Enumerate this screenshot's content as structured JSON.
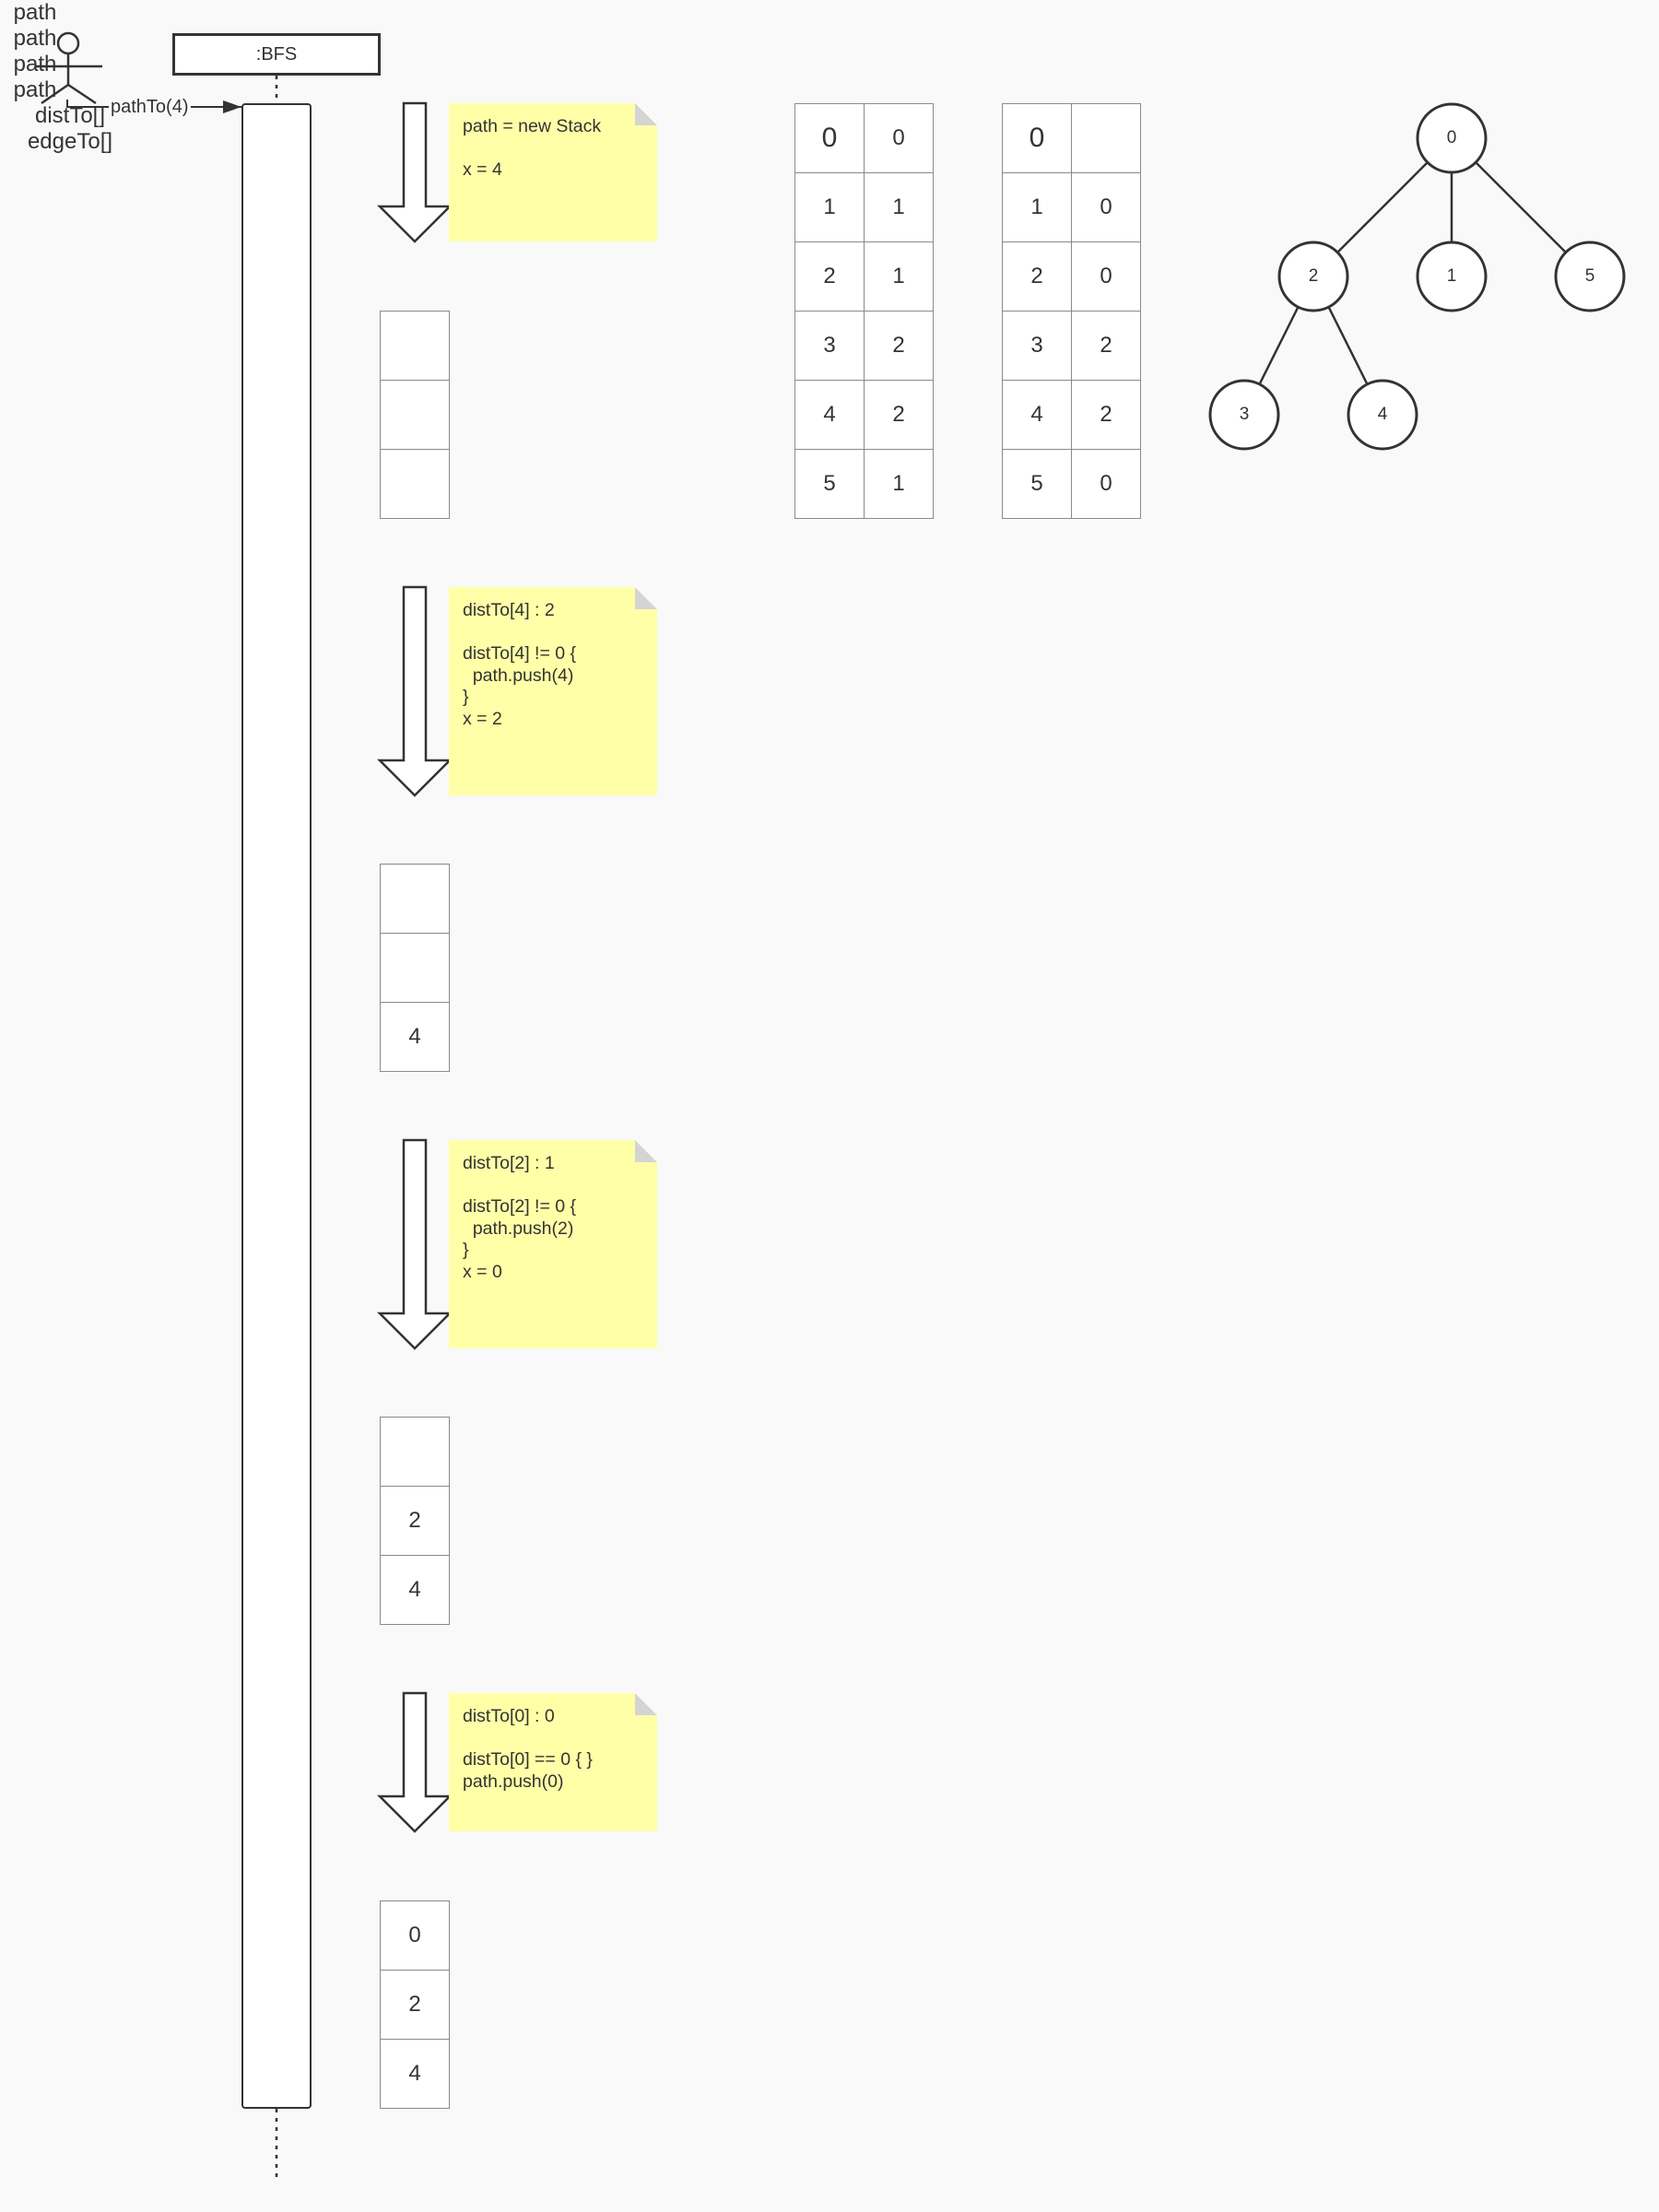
{
  "lifeline_title": ":BFS",
  "actor_message": "pathTo(4)",
  "distTo": {
    "title": "distTo[]",
    "rows": [
      [
        "0",
        "0"
      ],
      [
        "1",
        "1"
      ],
      [
        "2",
        "1"
      ],
      [
        "3",
        "2"
      ],
      [
        "4",
        "2"
      ],
      [
        "5",
        "1"
      ]
    ]
  },
  "edgeTo": {
    "title": "edgeTo[]",
    "rows": [
      [
        "0",
        ""
      ],
      [
        "1",
        "0"
      ],
      [
        "2",
        "0"
      ],
      [
        "3",
        "2"
      ],
      [
        "4",
        "2"
      ],
      [
        "5",
        "0"
      ]
    ]
  },
  "tree": {
    "nodes": [
      "0",
      "2",
      "1",
      "5",
      "3",
      "4"
    ],
    "edges": [
      [
        "0",
        "2"
      ],
      [
        "0",
        "1"
      ],
      [
        "0",
        "5"
      ],
      [
        "2",
        "3"
      ],
      [
        "2",
        "4"
      ]
    ]
  },
  "steps": [
    {
      "note": [
        "path = new Stack",
        "",
        "x = 4"
      ],
      "stack_label": "path",
      "stack": [
        "",
        "",
        ""
      ]
    },
    {
      "note": [
        "distTo[4] : 2",
        "",
        "distTo[4] != 0 {",
        "  path.push(4)",
        "}",
        "x = 2"
      ],
      "stack_label": "path",
      "stack": [
        "",
        "",
        "4"
      ]
    },
    {
      "note": [
        "distTo[2] : 1",
        "",
        "distTo[2] != 0 {",
        "  path.push(2)",
        "}",
        "x = 0"
      ],
      "stack_label": "path",
      "stack": [
        "",
        "2",
        "4"
      ]
    },
    {
      "note": [
        "distTo[0] : 0",
        "",
        "distTo[0] == 0 { }",
        "path.push(0)"
      ],
      "stack_label": "path",
      "stack": [
        "0",
        "2",
        "4"
      ]
    }
  ]
}
